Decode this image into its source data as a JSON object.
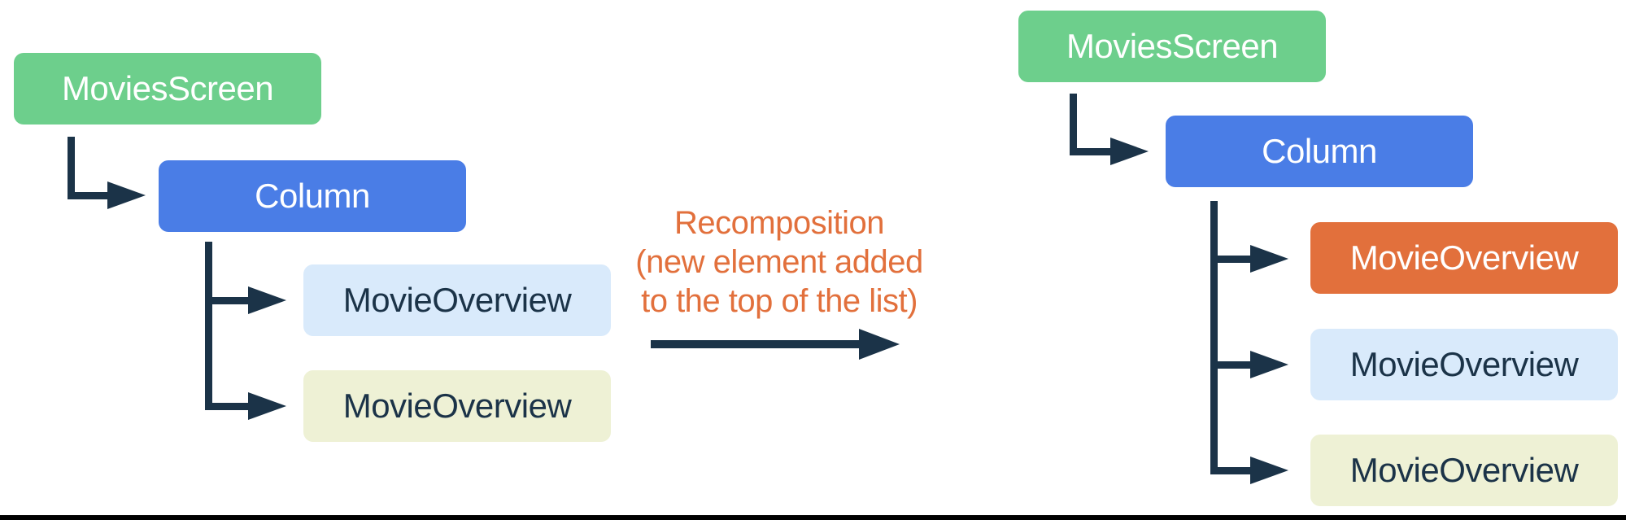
{
  "colors": {
    "green": "#6DCF8C",
    "blue": "#4A7DE6",
    "orange": "#E2703C",
    "light_blue": "#D9EAFB",
    "light_yellow": "#EEF1D5",
    "navy_line": "#1B3348",
    "white_text": "#FFFFFF",
    "caption_orange": "#E2703C",
    "bottom_bar": "#000000"
  },
  "left_tree": {
    "nodes": [
      {
        "label": "MoviesScreen",
        "bg": "#6DCF8C",
        "text": "#FFFFFF"
      },
      {
        "label": "Column",
        "bg": "#4A7DE6",
        "text": "#FFFFFF"
      },
      {
        "label": "MovieOverview",
        "bg": "#D9EAFB",
        "text": "#1B3348"
      },
      {
        "label": "MovieOverview",
        "bg": "#EEF1D5",
        "text": "#1B3348"
      }
    ]
  },
  "right_tree": {
    "nodes": [
      {
        "label": "MoviesScreen",
        "bg": "#6DCF8C",
        "text": "#FFFFFF"
      },
      {
        "label": "Column",
        "bg": "#4A7DE6",
        "text": "#FFFFFF"
      },
      {
        "label": "MovieOverview",
        "bg": "#E2703C",
        "text": "#FFFFFF"
      },
      {
        "label": "MovieOverview",
        "bg": "#D9EAFB",
        "text": "#1B3348"
      },
      {
        "label": "MovieOverview",
        "bg": "#EEF1D5",
        "text": "#1B3348"
      }
    ]
  },
  "center": {
    "caption_lines": [
      "Recomposition",
      "(new element added",
      "to the top of the list)"
    ]
  }
}
